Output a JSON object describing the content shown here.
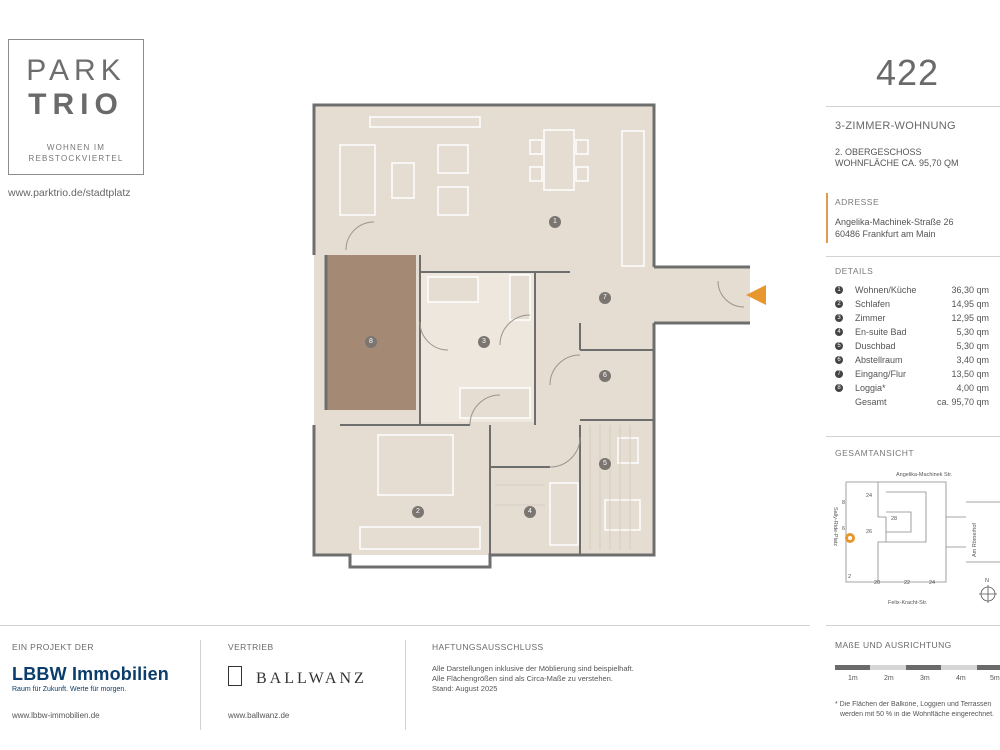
{
  "brand": {
    "line1": "PARK",
    "line2": "TRIO",
    "sub1": "WOHNEN IM",
    "sub2": "REBSTOCKVIERTEL",
    "url": "www.parktrio.de/stadtplatz"
  },
  "unit": {
    "number": "422",
    "type": "3-ZIMMER-WOHNUNG",
    "floor": "2. OBERGESCHOSS",
    "area": "WOHNFLÄCHE CA. 95,70 QM"
  },
  "address": {
    "caption": "ADRESSE",
    "street": "Angelika-Machinek-Straße 26",
    "city": "60486 Frankfurt am Main"
  },
  "details": {
    "caption": "DETAILS",
    "rows": [
      {
        "num": "1",
        "label": "Wohnen/Küche",
        "value": "36,30 qm"
      },
      {
        "num": "2",
        "label": "Schlafen",
        "value": "14,95 qm"
      },
      {
        "num": "3",
        "label": "Zimmer",
        "value": "12,95 qm"
      },
      {
        "num": "4",
        "label": "En-suite Bad",
        "value": "5,30 qm"
      },
      {
        "num": "5",
        "label": "Duschbad",
        "value": "5,30 qm"
      },
      {
        "num": "6",
        "label": "Abstellraum",
        "value": "3,40 qm"
      },
      {
        "num": "7",
        "label": "Eingang/Flur",
        "value": "13,50 qm"
      },
      {
        "num": "8",
        "label": "Loggia*",
        "value": "4,00 qm"
      }
    ],
    "total_label": "Gesamt",
    "total_value": "ca. 95,70 qm"
  },
  "overview": {
    "caption": "GESAMTANSICHT",
    "street_top": "Angelika-Machinek Str.",
    "street_left": "Sally-Ride-Platz",
    "street_right": "Am Römerhof",
    "street_bottom": "Felix-Kracht-Str.",
    "compass": "N",
    "labels": [
      "8",
      "24",
      "28",
      "26",
      "6",
      "2",
      "20",
      "22",
      "24"
    ]
  },
  "floorplan": {
    "rooms": [
      "1",
      "2",
      "3",
      "4",
      "5",
      "6",
      "7",
      "8"
    ]
  },
  "footer": {
    "project_caption": "EIN PROJEKT DER",
    "lbbw_name": "LBBW Immobilien",
    "lbbw_tag": "Raum für Zukunft. Werte für morgen.",
    "lbbw_url": "www.lbbw-immobilien.de",
    "sales_caption": "VERTRIEB",
    "ballwanz_name": "BALLWANZ",
    "ballwanz_url": "www.ballwanz.de",
    "disclaimer_caption": "HAFTUNGSAUSSCHLUSS",
    "disclaimer_1": "Alle Darstellungen inklusive der Möblierung sind beispielhaft.",
    "disclaimer_2": "Alle Flächengrößen sind als Circa-Maße zu verstehen.",
    "disclaimer_3": "Stand: August 2025",
    "scale_caption": "MAßE UND AUSRICHTUNG",
    "scale_labels": [
      "1m",
      "2m",
      "3m",
      "4m",
      "5m"
    ],
    "note_1": "* Die Flächen der Balkone, Loggien und Terrassen",
    "note_2": "werden mit 50 % in die Wohnfläche eingerechnet."
  },
  "colors": {
    "floor": "#e5ddd2",
    "loggia": "#a48a74",
    "accent": "#e8962e",
    "wall": "#6e6e6e",
    "text": "#5f5f5f"
  }
}
